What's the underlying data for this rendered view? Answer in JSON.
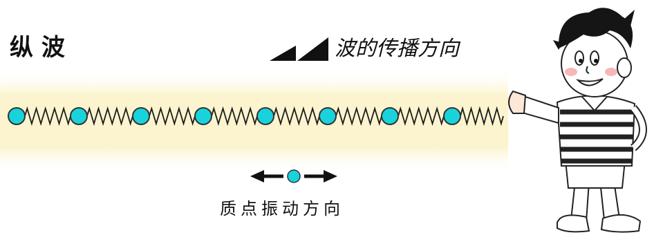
{
  "diagram": {
    "title": "纵 波",
    "propagation_label": "波的传播方向",
    "vibration_label": "质点振动方向",
    "particle_count": 8,
    "colors": {
      "band": "#fbf4cf",
      "particle": "#19d3dc",
      "spring": "#1a1a1a",
      "arrow": "#111111"
    }
  }
}
